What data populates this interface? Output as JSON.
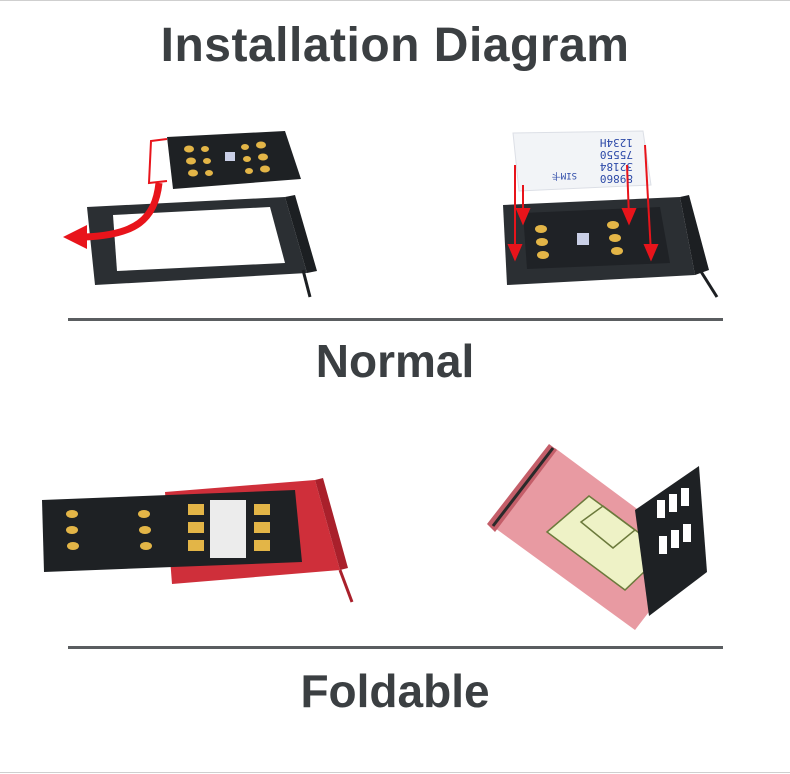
{
  "title": "Installation Diagram",
  "sections": [
    {
      "label": "Normal"
    },
    {
      "label": "Foldable"
    }
  ],
  "sim_card": {
    "line1": "89860",
    "line2": "32184",
    "line3": "75550",
    "line4": "1234H",
    "brand": "SIM卡"
  },
  "colors": {
    "text": "#3b3f42",
    "arrow": "#e8141b",
    "tray_black": "#2b2f33",
    "tray_red": "#cf2f3a",
    "tray_pink": "#e89aa2",
    "chip_gold": "#e3b547"
  }
}
